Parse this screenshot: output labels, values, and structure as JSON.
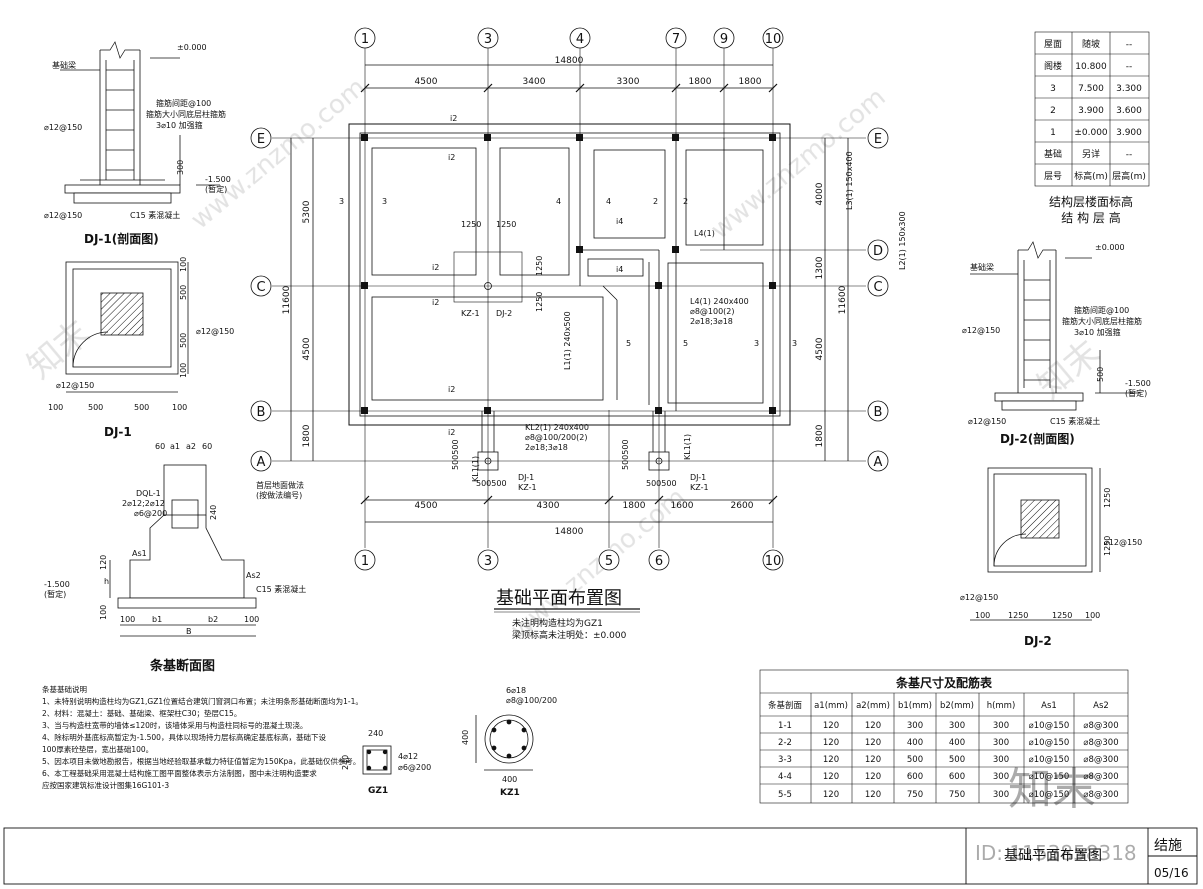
{
  "plan": {
    "title": "基础平面布置图",
    "notes": [
      "未注明构造柱均为GZ1",
      "梁顶标高未注明处：±0.000"
    ],
    "top_axes": [
      "1",
      "3",
      "4",
      "7",
      "9",
      "10"
    ],
    "bottom_axes": [
      "1",
      "3",
      "5",
      "6",
      "10"
    ],
    "left_axes": [
      "E",
      "C",
      "B",
      "A"
    ],
    "right_axes": [
      "E",
      "D",
      "C",
      "B",
      "A"
    ],
    "top_total": "14800",
    "top_dims": [
      "4500",
      "3400",
      "3300",
      "1800",
      "1800"
    ],
    "bottom_dims": [
      "4500",
      "4300",
      "1800",
      "1600",
      "2600"
    ],
    "bottom_total": "14800",
    "left_dims": [
      "5300",
      "4500",
      "1800"
    ],
    "left_total": "11600",
    "right_dims": [
      "4000",
      "1300",
      "4500",
      "1800"
    ],
    "right_total": "11600",
    "beam_labels": {
      "i2_a": "i2",
      "i2_b": "i2",
      "i2_c": "i2",
      "i2_d": "i2",
      "i2_e": "i2",
      "i2_f": "i2",
      "n3_a": "3",
      "n3_b": "3",
      "n4": "4",
      "n4b": "4",
      "n2": "2",
      "n2b": "2",
      "i4_a": "i4",
      "i4_b": "i4",
      "n5_a": "5",
      "n5_b": "5",
      "n3_c": "3",
      "n3_d": "3",
      "d1250a": "1250",
      "d1250b": "1250",
      "d1250c": "1250",
      "d1250d": "1250",
      "kz": "KZ-1",
      "dj2": "DJ-2",
      "l4": "L4(1)",
      "l1": "L1(1) 240x500",
      "kl2": "KL2(1) 240x400",
      "kl2b": "⌀8@100/200(2)",
      "kl2c": "2⌀18;3⌀18",
      "l4b": "L4(1) 240x400",
      "l4c": "⌀8@100(2)",
      "l4d": "2⌀18;3⌀18",
      "l3": "L3(1) 150x400",
      "l2": "L2(1) 150x300",
      "kl1": "KL1(1)",
      "kl1b": "KL1(1)",
      "d500a": "500500",
      "d500b": "500500",
      "d500c": "500500",
      "d500d": "500500",
      "dj1a": "DJ-1",
      "kz1a": "KZ-1",
      "dj1b": "DJ-1",
      "kz1b": "KZ-1"
    }
  },
  "level_table": {
    "headers": [
      "层号",
      "标高(m)",
      "层高(m)"
    ],
    "rows": [
      [
        "屋面",
        "随坡",
        "--"
      ],
      [
        "阁楼",
        "10.800",
        "--"
      ],
      [
        "3",
        "7.500",
        "3.300"
      ],
      [
        "2",
        "3.900",
        "3.600"
      ],
      [
        "1",
        "±0.000",
        "3.900"
      ],
      [
        "基础",
        "另详",
        "--"
      ]
    ],
    "title_line1": "结构层楼面标高",
    "title_line2": "结 构 层 高"
  },
  "dj1_section": {
    "title": "DJ-1(剖面图)",
    "elev_top": "±0.000",
    "label_beam": "基础梁",
    "note1": "箍筋间距@100",
    "note2": "箍筋大小同底层柱箍筋",
    "note3": "3⌀10 加强箍",
    "bar1": "⌀12@150",
    "bar2": "⌀12@150",
    "elev_bottom": "-1.500",
    "elev_note": "(暂定)",
    "concrete": "C15 素混凝土",
    "dim300": "300"
  },
  "dj1_plan": {
    "title": "DJ-1",
    "bar": "⌀12@150",
    "bar2": "⌀12@150",
    "d100a": "100",
    "d500a": "500",
    "d500b": "500",
    "d100b": "100",
    "v100a": "100",
    "v500a": "500",
    "v500b": "500",
    "v100b": "100"
  },
  "dj2_section": {
    "title": "DJ-2(剖面图)",
    "elev_top": "±0.000",
    "label_beam": "基础梁",
    "note1": "箍筋间距@100",
    "note2": "箍筋大小同底层柱箍筋",
    "note3": "3⌀10 加强箍",
    "bar1": "⌀12@150",
    "bar2": "⌀12@150",
    "elev_bottom": "-1.500",
    "elev_note": "(暂定)",
    "concrete": "C15 素混凝土",
    "dim500": "500"
  },
  "dj2_plan": {
    "title": "DJ-2",
    "bar": "⌀12@150",
    "bar2": "⌀12@150",
    "d100a": "100",
    "d1250a": "1250",
    "d1250b": "1250",
    "d100b": "100",
    "v1250a": "1250",
    "v1250b": "1250"
  },
  "strip_section": {
    "title": "条基断面图",
    "top_dims": [
      "60",
      "a1",
      "a2",
      "60"
    ],
    "dql": "DQL-1",
    "dql_bars": "2⌀12;2⌀12",
    "dql_stirrup": "⌀6@200",
    "ref_note": "首层地面做法",
    "ref_note2": "(按做法编号)",
    "d240": "240",
    "as1": "As1",
    "as2": "As2",
    "elev": "-1.500",
    "elev_note": "(暂定)",
    "concrete": "C15 素混凝土",
    "d120": "120",
    "dh": "h",
    "d100": "100",
    "bottom_dims": [
      "100",
      "b1",
      "b2",
      "100"
    ],
    "bottom_total": "B"
  },
  "notes": {
    "title": "条基基础说明",
    "items": [
      "1、未特别说明构造柱均为GZ1,GZ1位置结合建筑门窗洞口布置；未注明条形基础断面均为1-1。",
      "2、材料：混凝土：基础、基础梁、框架柱C30；垫层C15。",
      "3、当与构造柱宽带的墙体≤120时，该墙体采用与构造柱同标号的混凝土现浇。",
      "4、除标明外基底标高暂定为-1.500，具体以现场持力层标高确定基底标高，基础下设",
      "   100厚素砼垫层，宽出基础100。",
      "5、因本项目未做地勘报告，根据当地经验取基承载力特征值暂定为150Kpa，此基础仅供参考。",
      "6、本工程基础采用混凝土结构施工图平面整体表示方法制图，图中未注明构造要求",
      "   应按国家建筑标准设计图集16G101-3"
    ]
  },
  "gz1": {
    "name": "GZ1",
    "d240a": "240",
    "d240b": "240",
    "bars": "4⌀12",
    "stirrup": "⌀6@200"
  },
  "kz1": {
    "name": "KZ1",
    "bars": "6⌀18",
    "stirrup": "⌀8@100/200",
    "d400a": "400",
    "d400b": "400"
  },
  "strip_table": {
    "title": "条基尺寸及配筋表",
    "headers": [
      "条基剖面",
      "a1(mm)",
      "a2(mm)",
      "b1(mm)",
      "b2(mm)",
      "h(mm)",
      "As1",
      "As2"
    ],
    "rows": [
      [
        "1-1",
        "120",
        "120",
        "300",
        "300",
        "300",
        "⌀10@150",
        "⌀8@300"
      ],
      [
        "2-2",
        "120",
        "120",
        "400",
        "400",
        "300",
        "⌀10@150",
        "⌀8@300"
      ],
      [
        "3-3",
        "120",
        "120",
        "500",
        "500",
        "300",
        "⌀10@150",
        "⌀8@300"
      ],
      [
        "4-4",
        "120",
        "120",
        "600",
        "600",
        "300",
        "⌀10@150",
        "⌀8@300"
      ],
      [
        "5-5",
        "120",
        "120",
        "750",
        "750",
        "300",
        "⌀10@150",
        "⌀8@300"
      ]
    ]
  },
  "title_block": {
    "drawing_name": "基础平面布置图",
    "discipline": "结施",
    "sheet": "05/16"
  },
  "watermark": {
    "logo": "知末",
    "id": "ID: 1153858318",
    "site": "www.znzmo.com"
  }
}
